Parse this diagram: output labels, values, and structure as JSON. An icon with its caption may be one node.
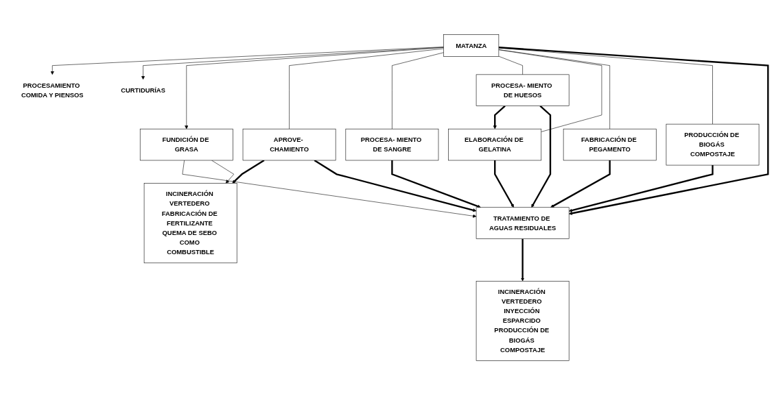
{
  "diagram": {
    "nodes": [
      {
        "text": [
          "MATANZA"
        ]
      },
      {
        "text": [
          "PROCESAMIENTO COMIDA Y PIENSOS"
        ]
      },
      {
        "text": [
          "CURTIDURÍAS"
        ]
      },
      {
        "text": [
          "FUNDICIÓN DE GRASA"
        ]
      },
      {
        "text": [
          "APROVE- CHAMIENTO"
        ]
      },
      {
        "text": [
          "PROCESA- MIENTO DE SANGRE"
        ]
      },
      {
        "text": [
          "PROCESA- MIENTO DE HUESOS"
        ]
      },
      {
        "text": [
          "ELABORACIÓN DE GELATINA"
        ]
      },
      {
        "text": [
          "FABRICACIÓN DE PEGAMENTO"
        ]
      },
      {
        "text": [
          "PRODUCCIÓN DE BIOGÁS COMPOSTAJE"
        ]
      },
      {
        "text": [
          "INCINERACIÓN VERTEDERO INYECCIÓN ESPARCIDO PRODUCCIÓN DE BIOGÁS COMPOSTAJE"
        ]
      },
      {
        "text": [
          "TRATAMIENTO DE AGUAS RESIDUALES"
        ]
      },
      {
        "text": [
          "INCINERACIÓN VERTEDERO FABRICACIÓN DE FERTILIZANTE QUEMA DE SEBO COMO COMBUSTIBLE"
        ]
      }
    ],
    "edges": [
      {
        "from": 0,
        "to": 1,
        "arrow": "to"
      },
      {
        "from": 0,
        "to": 2,
        "arrow": "to"
      },
      {
        "from": 0,
        "to": 3,
        "arrow": "to"
      },
      {
        "from": 0,
        "to": 4,
        "arrow": "none"
      },
      {
        "from": 0,
        "to": 5,
        "arrow": "none"
      },
      {
        "from": 0,
        "to": 6,
        "arrow": "none"
      },
      {
        "from": 0,
        "to": 7,
        "arrow": "none"
      },
      {
        "from": 0,
        "to": 8,
        "arrow": "none"
      },
      {
        "from": 0,
        "to": 9,
        "arrow": "none"
      },
      {
        "from": 0,
        "to": 11,
        "arrow": "to",
        "style": "thick"
      },
      {
        "from": 6,
        "to": 7,
        "arrow": "to",
        "style": "thick"
      },
      {
        "from": 3,
        "to": 11,
        "arrow": "to"
      },
      {
        "from": 3,
        "to": 12,
        "arrow": "to"
      },
      {
        "from": 4,
        "to": 12,
        "arrow": "to",
        "style": "thick"
      },
      {
        "from": 4,
        "to": 11,
        "arrow": "to",
        "style": "thick"
      },
      {
        "from": 5,
        "to": 11,
        "arrow": "to",
        "style": "thick"
      },
      {
        "from": 6,
        "to": 11,
        "arrow": "to",
        "style": "thick"
      },
      {
        "from": 7,
        "to": 11,
        "arrow": "to",
        "style": "thick"
      },
      {
        "from": 8,
        "to": 11,
        "arrow": "to",
        "style": "thick"
      },
      {
        "from": 9,
        "to": 11,
        "arrow": "to",
        "style": "thick"
      },
      {
        "from": 11,
        "to": 10,
        "arrow": "to",
        "style": "thick"
      }
    ]
  }
}
